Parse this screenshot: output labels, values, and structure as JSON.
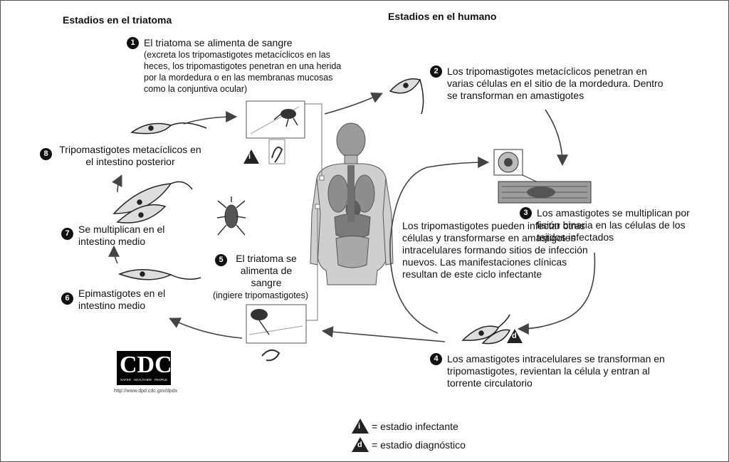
{
  "headings": {
    "triatomine": "Estadios en el triatoma",
    "human": "Estadios en el humano"
  },
  "steps": {
    "s1": {
      "num": "1",
      "main": "El triatoma se alimenta de sangre",
      "detail": "(excreta los tripomastigotes metacíclicos en las heces, los tripomastigotes penetran en una herida por la mordedura o en las membranas mucosas como la conjuntiva ocular)"
    },
    "s2": {
      "num": "2",
      "text": "Los tripomastigotes metacíclicos penetran en varias células en el sitio de la mordedura. Dentro se transforman en amastigotes"
    },
    "s3": {
      "num": "3",
      "text": "Los amastigotes se multiplican por fisión binaria en las células de los tejidos infectados"
    },
    "s4": {
      "num": "4",
      "text": "Los amastigotes intracelulares se transforman en tripomastigotes, revientan la célula y entran al torrente circulatorio"
    },
    "s5": {
      "num": "5",
      "main": "El triatoma se alimenta de sangre",
      "detail": "(ingiere tripomastigotes)"
    },
    "s6": {
      "num": "6",
      "text": "Epimastigotes en el intestino medio"
    },
    "s7": {
      "num": "7",
      "text": "Se multiplican en el intestino medio"
    },
    "s8": {
      "num": "8",
      "text": "Tripomastigotes metacíclicos en el intestino posterior"
    }
  },
  "cycle_note": "Los tripomastigotes pueden infectar otras células y transformarse en amastigotes intracelulares formando sitios de infección nuevos. Las manifestaciones clínicas resultan de este ciclo infectante",
  "markers": {
    "infective": "i",
    "diagnostic": "d"
  },
  "legend": {
    "infective_label": "= estadio infectante",
    "diagnostic_label": "= estadio diagnóstico"
  },
  "logo": {
    "text": "CDC",
    "tagline": "SAFER · HEALTHIER · PEOPLE",
    "url": "http://www.dpd.cdc.gov/dpdx"
  }
}
